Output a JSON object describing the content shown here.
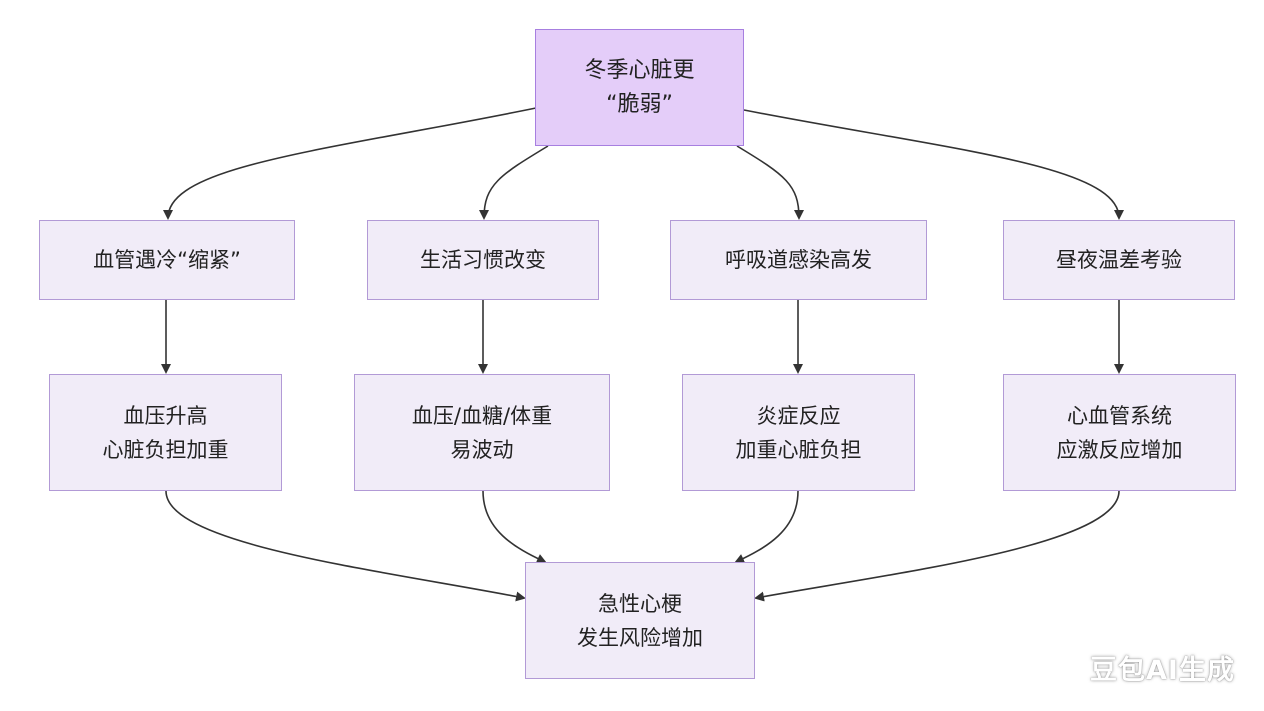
{
  "root": {
    "line1": "冬季心脏更",
    "line2": "“脆弱”"
  },
  "causes": [
    {
      "label": "血管遇冷“缩紧”"
    },
    {
      "label": "生活习惯改变"
    },
    {
      "label": "呼吸道感染高发"
    },
    {
      "label": "昼夜温差考验"
    }
  ],
  "effects": [
    {
      "line1": "血压升高",
      "line2": "心脏负担加重"
    },
    {
      "line1": "血压/血糖/体重",
      "line2": "易波动"
    },
    {
      "line1": "炎症反应",
      "line2": "加重心脏负担"
    },
    {
      "line1": "心血管系统",
      "line2": "应激反应增加"
    }
  ],
  "outcome": {
    "line1": "急性心梗",
    "line2": "发生风险增加"
  },
  "watermark": "豆包AI生成",
  "colors": {
    "node_fill": "#f1ecf8",
    "node_border": "#b29ad6",
    "root_fill": "#e4cdf9",
    "root_border": "#a77fe0",
    "edge": "#333333"
  }
}
